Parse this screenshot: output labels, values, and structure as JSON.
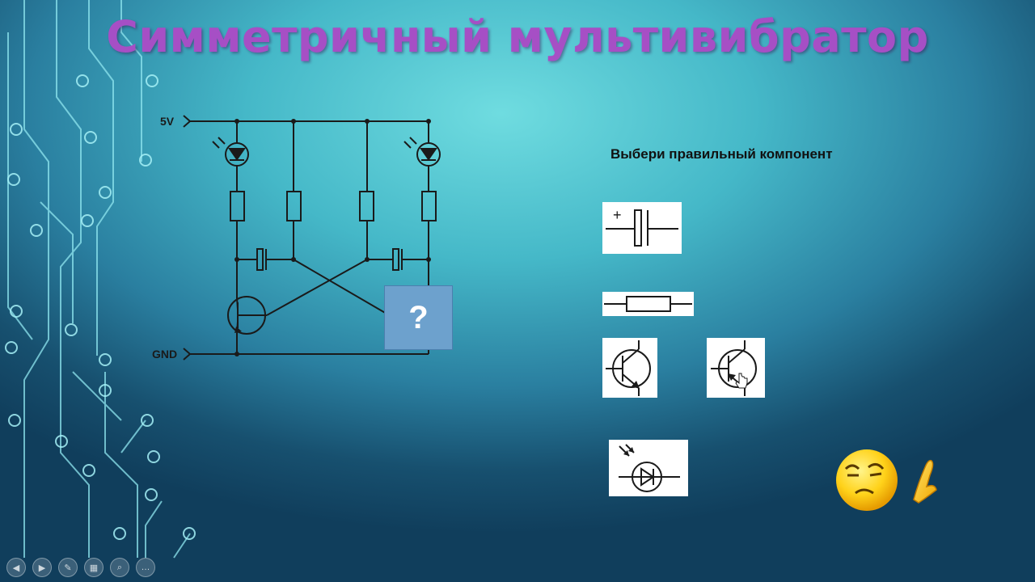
{
  "slide": {
    "title": "Симметричный мультивибратор",
    "prompt": "Выбери правильный компонент",
    "unknown_mark": "?"
  },
  "schematic": {
    "vcc_label": "5V",
    "gnd_label": "GND"
  },
  "choices": [
    {
      "id": "capacitor",
      "icon": "polarized-capacitor-icon",
      "label": "+"
    },
    {
      "id": "resistor",
      "icon": "resistor-icon"
    },
    {
      "id": "npn",
      "icon": "npn-transistor-icon"
    },
    {
      "id": "pnp",
      "icon": "pnp-transistor-icon"
    },
    {
      "id": "led",
      "icon": "led-icon"
    }
  ],
  "reaction": {
    "icon": "thinking-emoji-icon"
  },
  "toolbar": {
    "buttons": [
      {
        "icon": "previous-icon",
        "glyph": "◀"
      },
      {
        "icon": "next-icon",
        "glyph": "▶"
      },
      {
        "icon": "pen-icon",
        "glyph": "✎"
      },
      {
        "icon": "slides-icon",
        "glyph": "▦"
      },
      {
        "icon": "zoom-icon",
        "glyph": "⌕"
      },
      {
        "icon": "more-icon",
        "glyph": "…"
      }
    ]
  },
  "colors": {
    "title": "#a64fc5",
    "question_box": "#6da1cd",
    "circuit_lines": "#8fe6ef"
  }
}
